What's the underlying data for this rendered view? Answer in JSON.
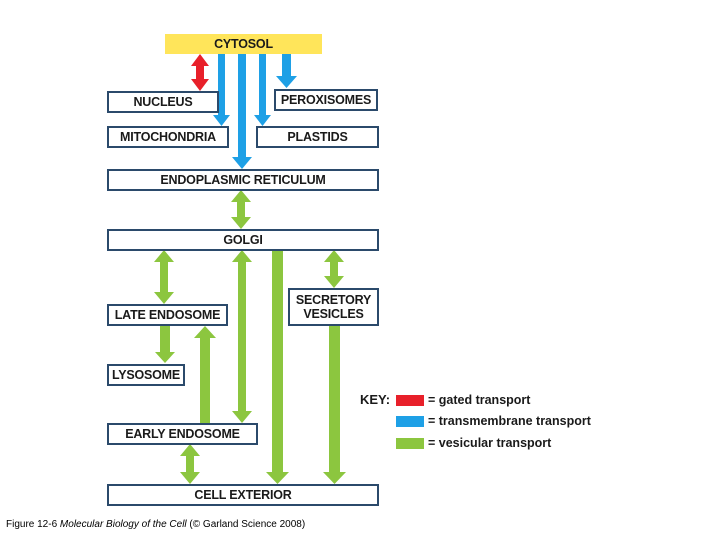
{
  "boxes": {
    "cytosol": "CYTOSOL",
    "nucleus": "NUCLEUS",
    "peroxisomes": "PEROXISOMES",
    "mitochondria": "MITOCHONDRIA",
    "plastids": "PLASTIDS",
    "er": "ENDOPLASMIC RETICULUM",
    "golgi": "GOLGI",
    "late_endosome": "LATE ENDOSOME",
    "secretory_vesicles_line1": "SECRETORY",
    "secretory_vesicles_line2": "VESICLES",
    "lysosome": "LYSOSOME",
    "early_endosome": "EARLY ENDOSOME",
    "cell_exterior": "CELL EXTERIOR"
  },
  "key": {
    "title": "KEY:",
    "items": [
      {
        "label": "= gated transport",
        "color": "#e8202a"
      },
      {
        "label": "= transmembrane transport",
        "color": "#1ea0e6"
      },
      {
        "label": "= vesicular transport",
        "color": "#8cc63f"
      }
    ]
  },
  "caption": {
    "prefix": "Figure 12-6 ",
    "title": "Molecular Biology of the Cell",
    "suffix": " (© Garland Science 2008)"
  }
}
